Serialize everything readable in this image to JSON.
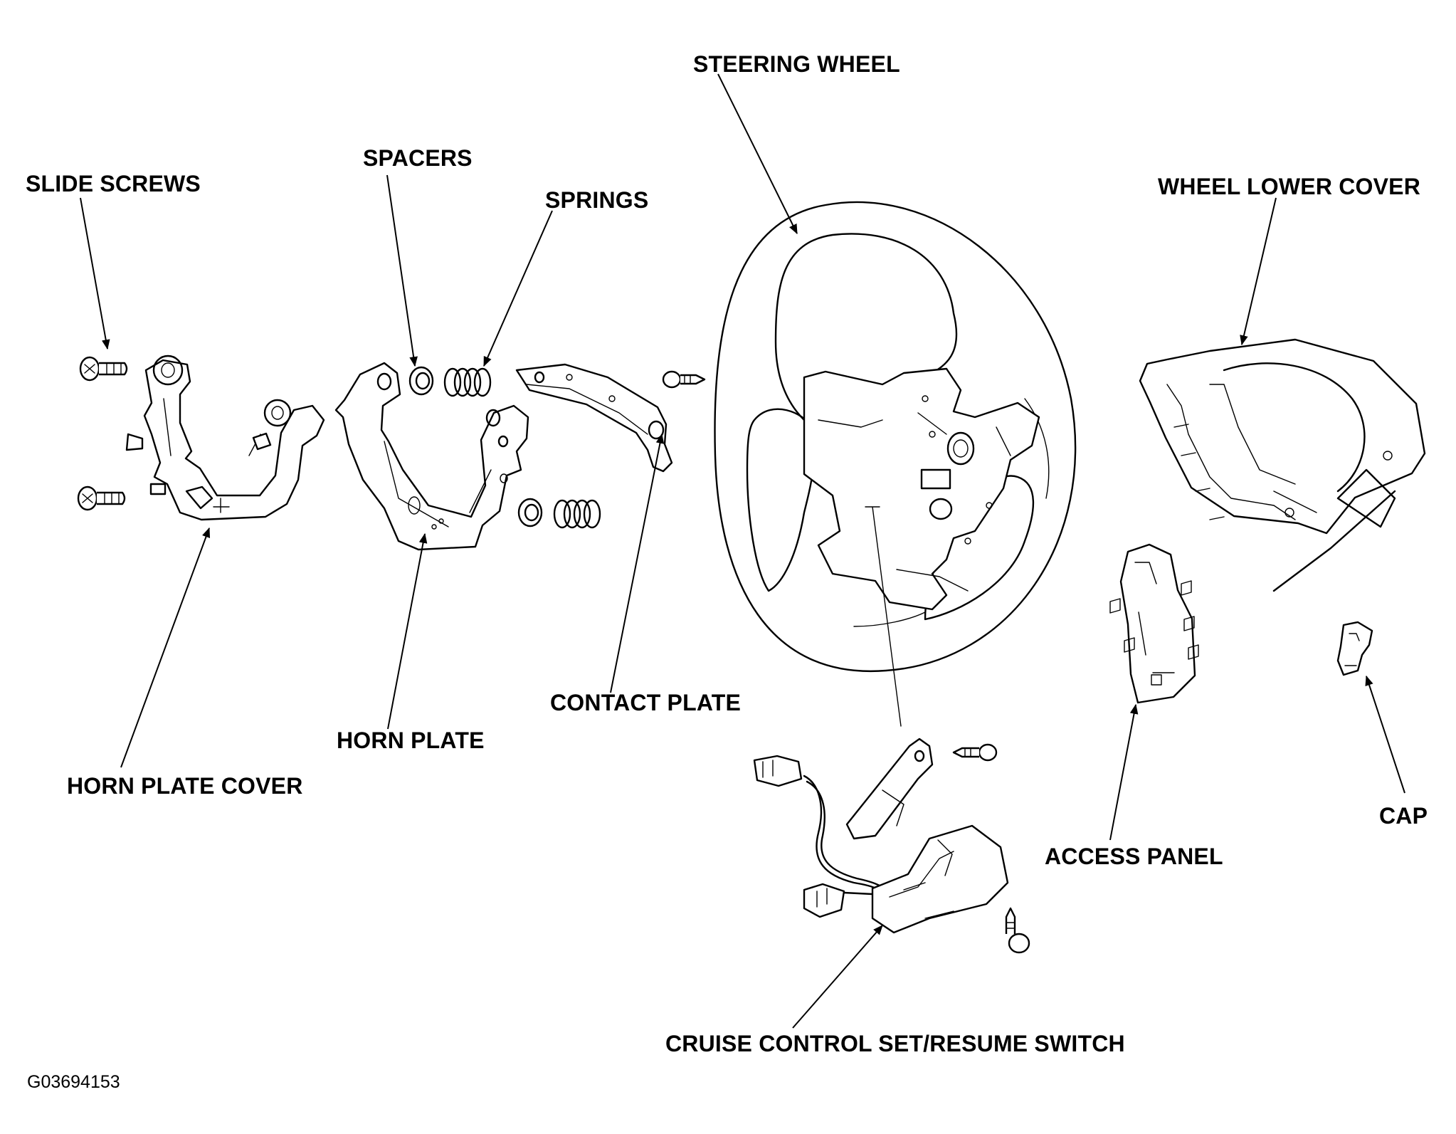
{
  "diagram": {
    "labels": {
      "steering_wheel": "STEERING WHEEL",
      "slide_screws": "SLIDE SCREWS",
      "spacers": "SPACERS",
      "springs": "SPRINGS",
      "wheel_lower_cover": "WHEEL LOWER COVER",
      "contact_plate": "CONTACT PLATE",
      "horn_plate": "HORN PLATE",
      "horn_plate_cover": "HORN PLATE COVER",
      "cap": "CAP",
      "access_panel": "ACCESS PANEL",
      "cruise_switch": "CRUISE CONTROL SET/RESUME SWITCH"
    },
    "figure_id": "G03694153"
  }
}
